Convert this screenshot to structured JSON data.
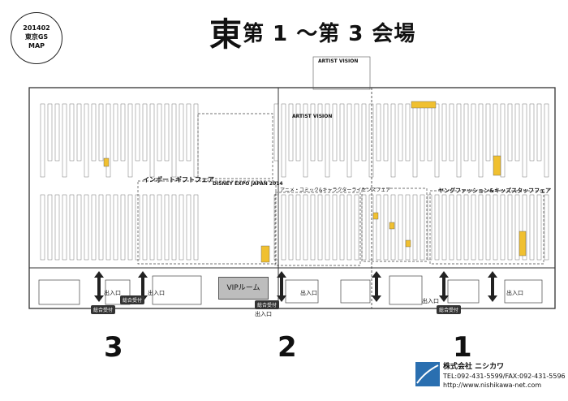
{
  "badge": {
    "line1": "201402",
    "line2": "東京GS",
    "line3": "MAP"
  },
  "title": {
    "big": "東",
    "rest": "第 1 〜第 3 会場"
  },
  "halls": [
    "3",
    "2",
    "1"
  ],
  "sections": {
    "artist_vision": "ARTIST VISION",
    "artist_vision2": "ARTIST VISION",
    "disney": "DISNEY EXPO JAPAN 2014",
    "import_gift": "インポートギフトフェア",
    "anime": "アニメ・コミック&キャラクターライセンスフェア",
    "young_fashion": "ヤングファッション&キッズスタッフフェア",
    "vip": "VIPルーム"
  },
  "signs": {
    "exit": "出入口",
    "reception": "総合受付"
  },
  "company": {
    "name": "株式会社 ニシカワ",
    "tel": "TEL:092-431-5599/FAX:092-431-5596",
    "url": "http://www.nishikawa-net.com"
  },
  "colors": {
    "highlight": "#f0c030",
    "line": "#333333",
    "dark": "#222222"
  }
}
